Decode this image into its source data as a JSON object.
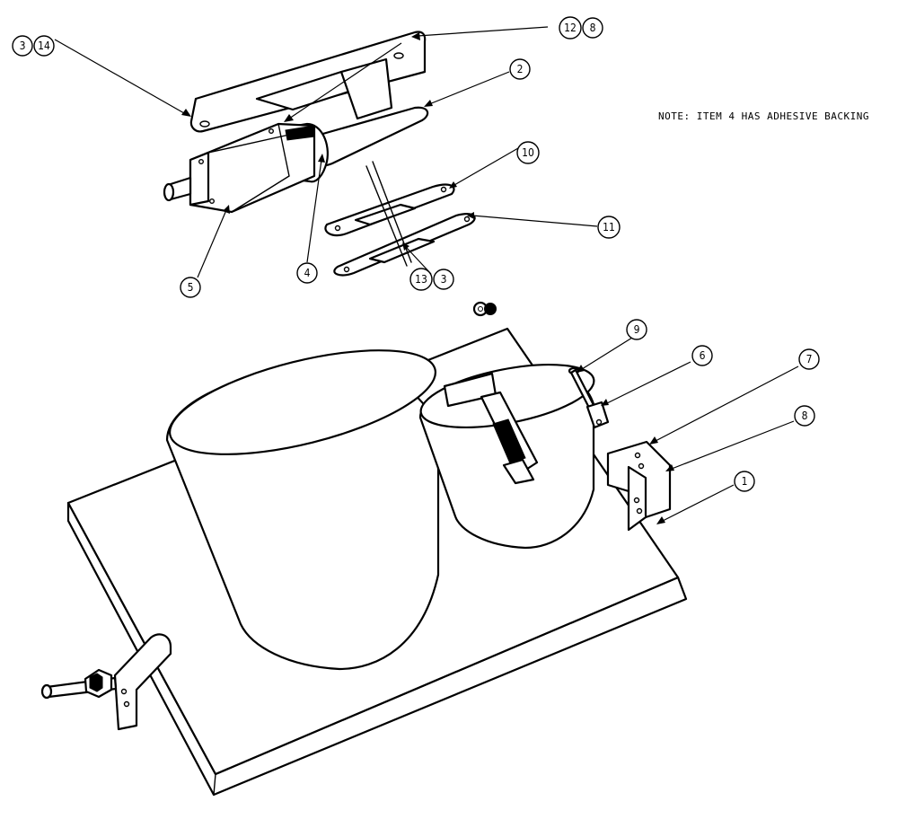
{
  "note": {
    "text": "NOTE: ITEM 4 HAS ADHESIVE BACKING"
  },
  "balloons": [
    {
      "id": "b-3-14",
      "numbers": [
        "3",
        "14"
      ]
    },
    {
      "id": "b-12-8",
      "numbers": [
        "12",
        "8"
      ]
    },
    {
      "id": "b-2",
      "numbers": [
        "2"
      ]
    },
    {
      "id": "b-10",
      "numbers": [
        "10"
      ]
    },
    {
      "id": "b-11",
      "numbers": [
        "11"
      ]
    },
    {
      "id": "b-13-3",
      "numbers": [
        "13",
        "3"
      ]
    },
    {
      "id": "b-4",
      "numbers": [
        "4"
      ]
    },
    {
      "id": "b-5",
      "numbers": [
        "5"
      ]
    },
    {
      "id": "b-9",
      "numbers": [
        "9"
      ]
    },
    {
      "id": "b-6",
      "numbers": [
        "6"
      ]
    },
    {
      "id": "b-7",
      "numbers": [
        "7"
      ]
    },
    {
      "id": "b-8",
      "numbers": [
        "8"
      ]
    },
    {
      "id": "b-1",
      "numbers": [
        "1"
      ]
    }
  ]
}
